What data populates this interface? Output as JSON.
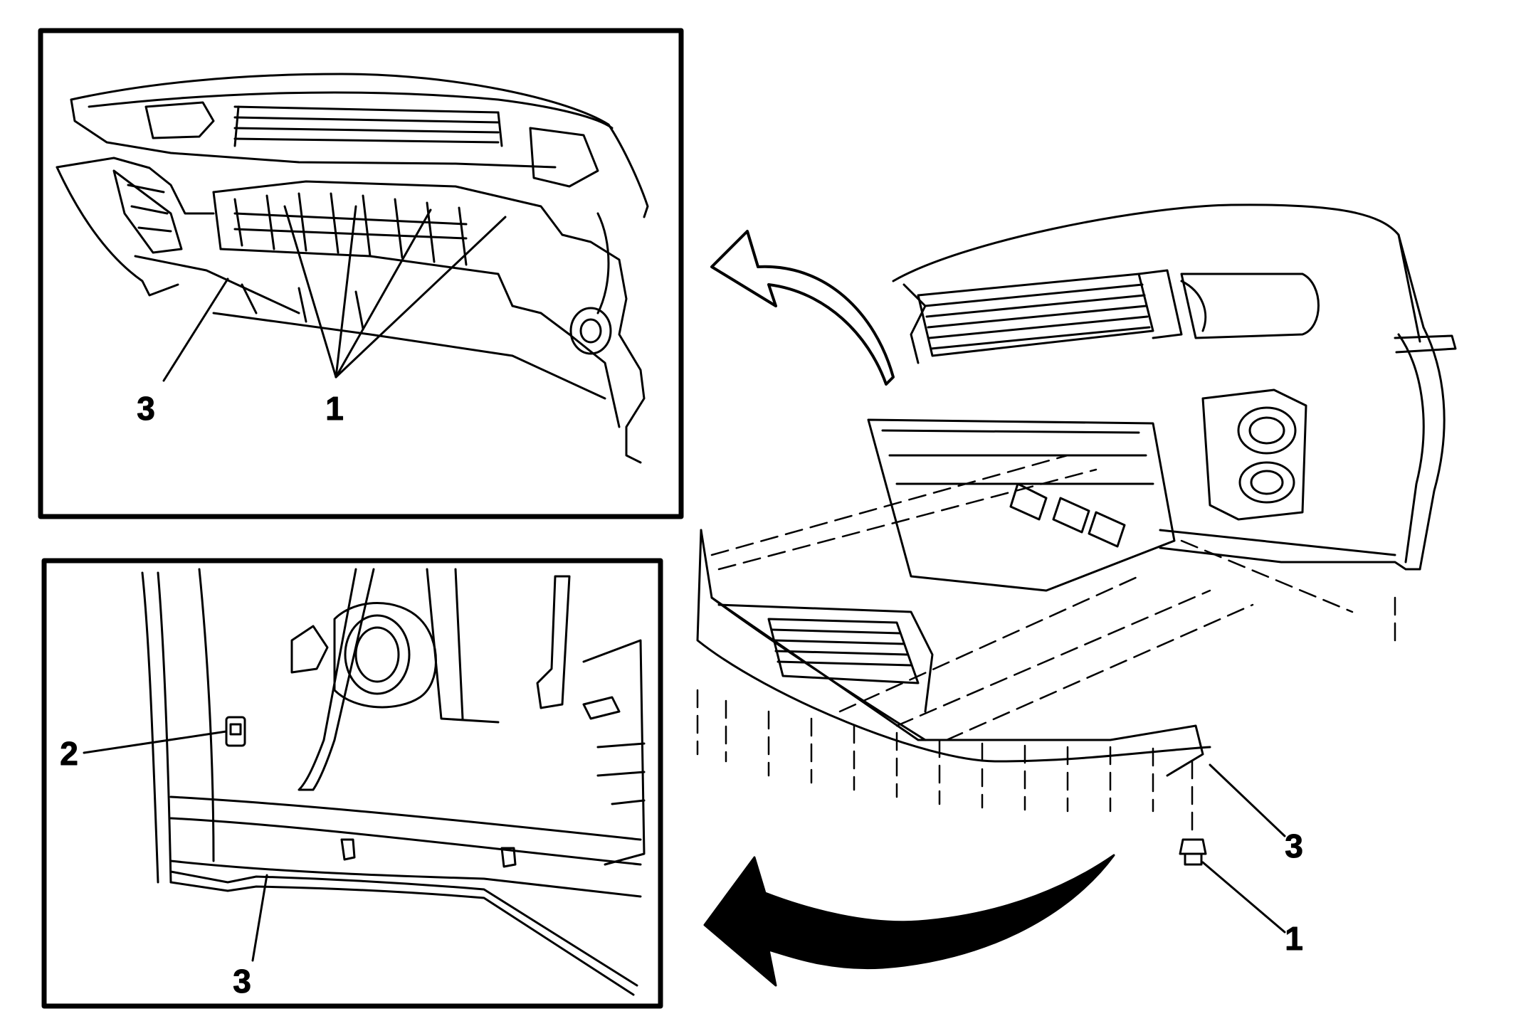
{
  "figure": {
    "background": "#ffffff",
    "ink": "#000000",
    "panels": [
      {
        "id": "top-left-inset",
        "callouts": [
          {
            "id": "tl-3",
            "label": "3"
          },
          {
            "id": "tl-1",
            "label": "1"
          }
        ]
      },
      {
        "id": "bottom-left-inset",
        "callouts": [
          {
            "id": "bl-2",
            "label": "2"
          },
          {
            "id": "bl-3",
            "label": "3"
          }
        ]
      },
      {
        "id": "main-view",
        "callouts": [
          {
            "id": "m-3",
            "label": "3"
          },
          {
            "id": "m-1",
            "label": "1"
          }
        ]
      }
    ],
    "arrows": [
      {
        "id": "arrow-to-top-inset",
        "icon": "curved-arrow-icon"
      },
      {
        "id": "arrow-to-bottom-inset",
        "icon": "curved-arrow-icon"
      }
    ]
  }
}
